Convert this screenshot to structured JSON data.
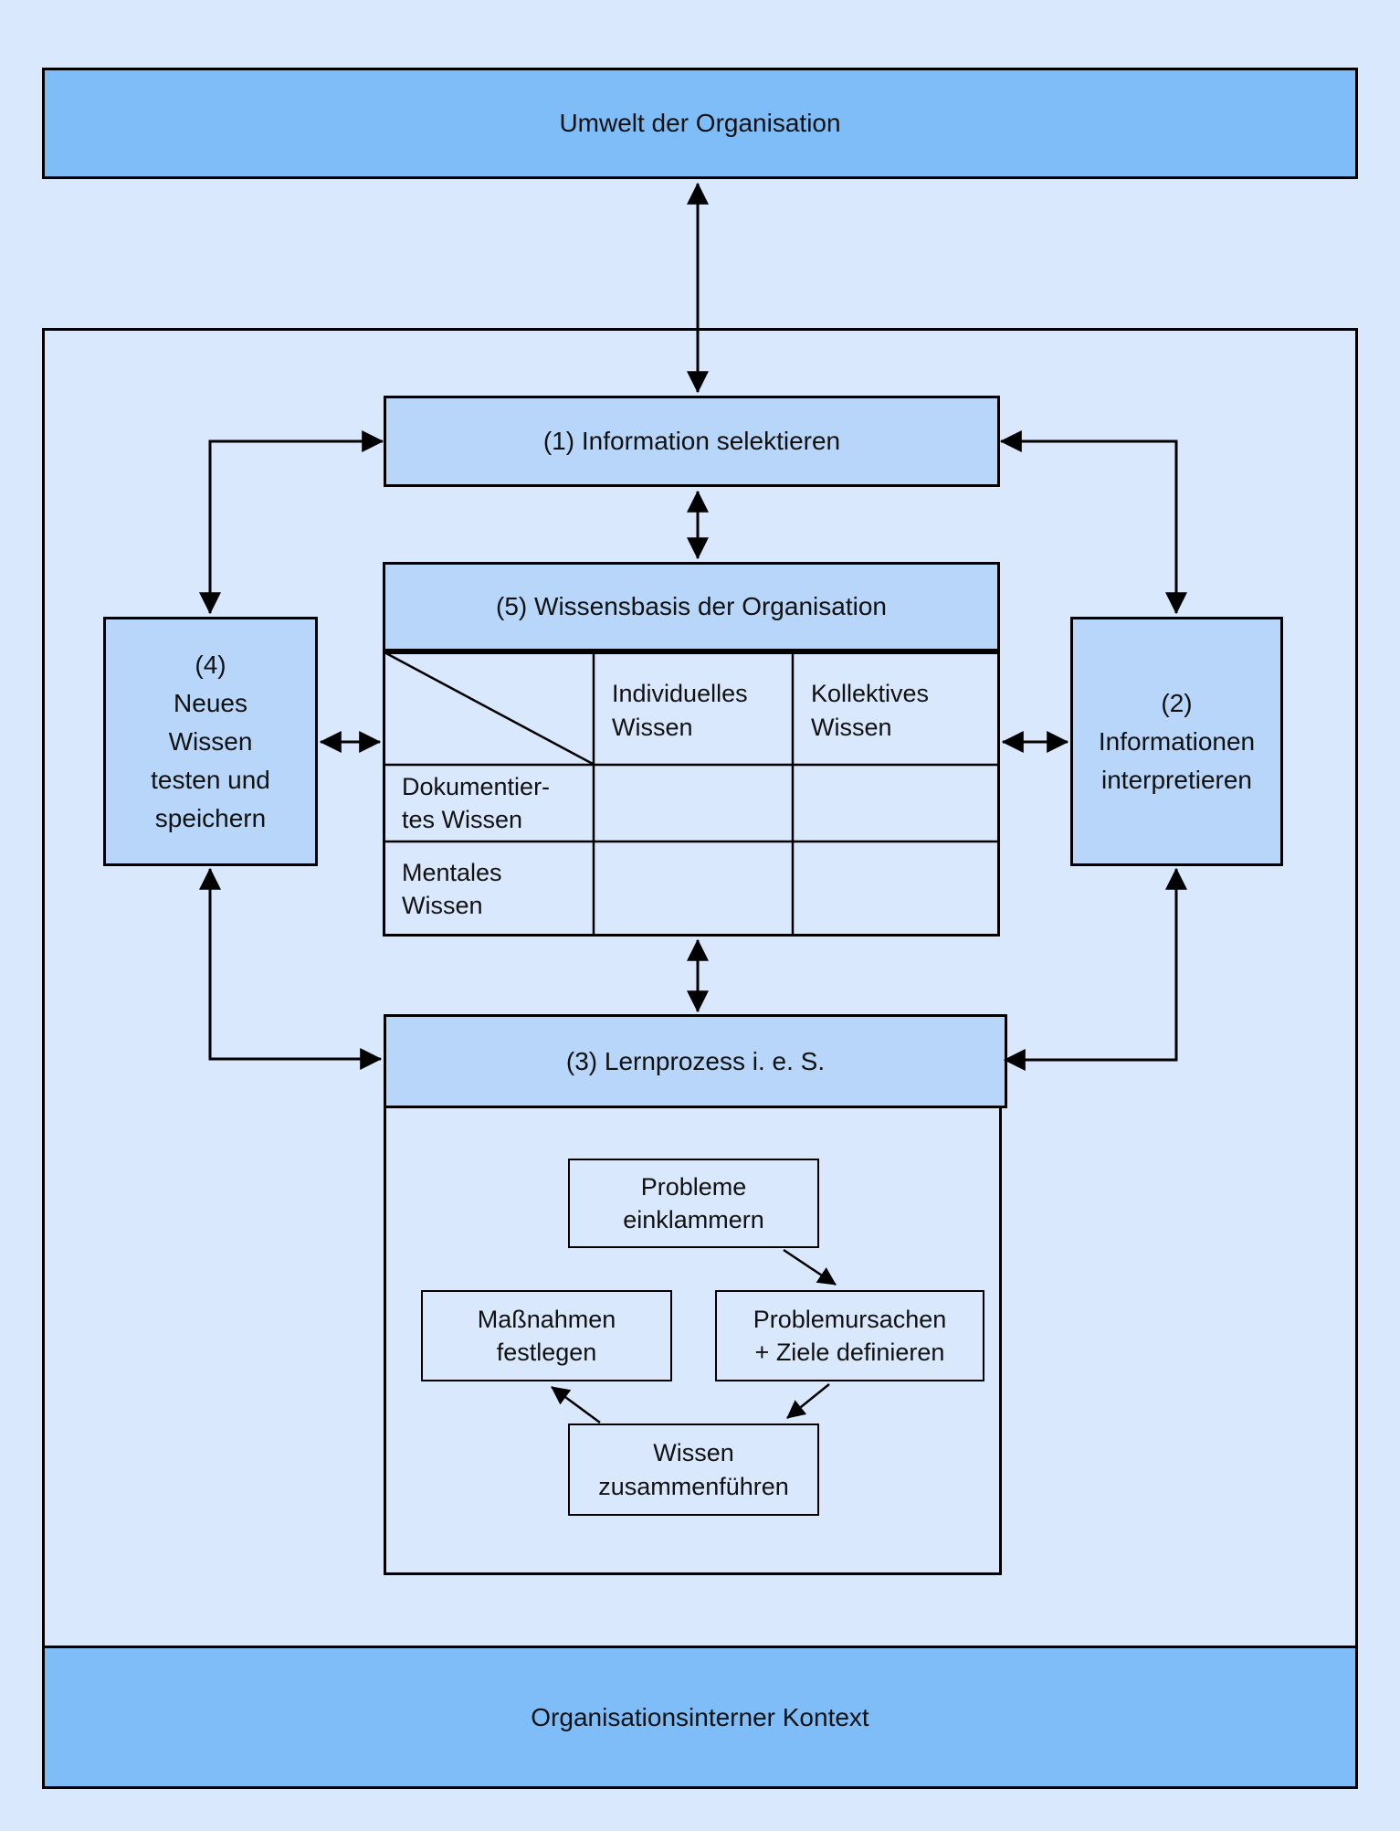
{
  "colors": {
    "background": "#d9e8fc",
    "box_fill": "#b7d6f9",
    "bar_fill": "#7fbdf9",
    "line": "#000000",
    "text": "#111111"
  },
  "environment": {
    "label": "Umwelt der Organisation"
  },
  "context": {
    "label": "Organisationsinterner Kontext"
  },
  "select_info": {
    "label": "(1) Information selektieren"
  },
  "knowledge_base": {
    "title": "(5) Wissensbasis der Organisation",
    "col_headers": [
      "Individuelles\nWissen",
      "Kollektives\nWissen"
    ],
    "row_headers": [
      "Dokumentier-\ntes Wissen",
      "Mentales\nWissen"
    ]
  },
  "test_store": {
    "label": "(4)\nNeues\nWissen\ntesten und\nspeichern"
  },
  "interpret": {
    "label": "(2)\nInformationen\ninterpretieren"
  },
  "learning": {
    "title": "(3) Lernprozess i. e. S.",
    "steps": {
      "bracket": "Probleme\neinklammern",
      "causes": "Problemursachen\n+ Ziele definieren",
      "merge": "Wissen\nzusammenführen",
      "measures": "Maßnahmen\nfestlegen"
    }
  }
}
